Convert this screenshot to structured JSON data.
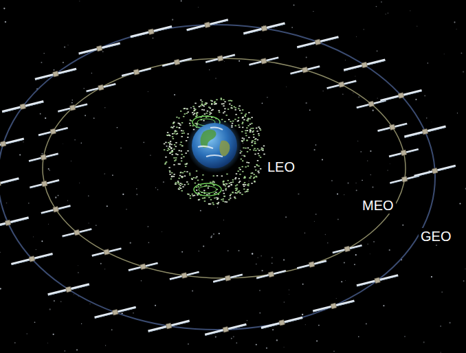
{
  "diagram": {
    "labels": [
      "LEO",
      "MEO",
      "GEO"
    ]
  }
}
